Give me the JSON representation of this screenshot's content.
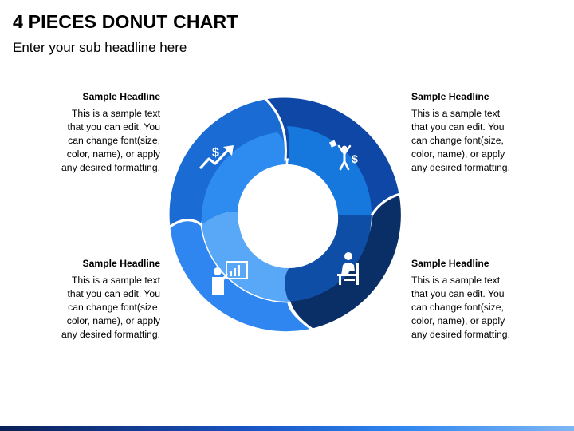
{
  "header": {
    "title": "4 PIECES DONUT CHART",
    "subtitle": "Enter your sub headline here"
  },
  "blocks": [
    {
      "id": "top-left",
      "headline": "Sample Headline",
      "text": "This is a sample text\nthat you can edit. You\ncan change font(size,\ncolor, name), or apply\nany desired formatting."
    },
    {
      "id": "top-right",
      "headline": "Sample Headline",
      "text": "This is a sample text\nthat you can edit. You\ncan change font(size,\ncolor, name), or apply\nany desired formatting."
    },
    {
      "id": "bottom-left",
      "headline": "Sample Headline",
      "text": "This is a sample text\nthat you can edit. You\ncan change font(size,\ncolor, name), or apply\nany desired formatting."
    },
    {
      "id": "bottom-right",
      "headline": "Sample Headline",
      "text": "This is a sample text\nthat you can edit. You\ncan change font(size,\ncolor, name), or apply\nany desired formatting."
    }
  ],
  "segments": [
    {
      "id": "top-left",
      "outer_color": "#1a6bd4",
      "inner_color": "#2e8cf0",
      "icon": "growth-arrow-dollar-icon"
    },
    {
      "id": "top-right",
      "outer_color": "#0f47a6",
      "inner_color": "#1677dc",
      "icon": "success-person-dollar-icon"
    },
    {
      "id": "bottom-right",
      "outer_color": "#0a2f66",
      "inner_color": "#0e4ea6",
      "icon": "worker-desk-icon"
    },
    {
      "id": "bottom-left",
      "outer_color": "#2f86f0",
      "inner_color": "#58a8f7",
      "icon": "presenter-chart-icon"
    }
  ],
  "footer": {
    "colors": [
      "#0a1f56",
      "#1a56c7",
      "#2f86f0",
      "#7fb6f3"
    ]
  }
}
